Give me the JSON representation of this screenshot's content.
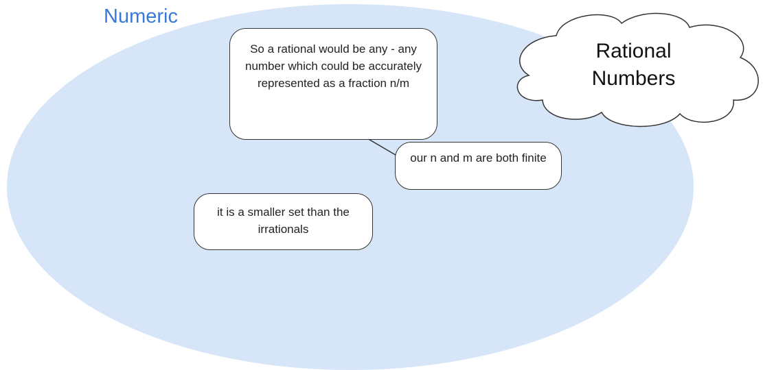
{
  "diagram": {
    "region_label": "Numeric",
    "cloud_label": "Rational Numbers",
    "notes": [
      "So a rational would be any - any number which could be accurately represented as a fraction n/m",
      "our n and m are both finite",
      "it is a smaller set than the irrationals"
    ]
  },
  "colors": {
    "region_fill": "#d6e5f7",
    "region_label": "#3a78d8",
    "note_border": "#333333",
    "cloud_border": "#333333"
  }
}
